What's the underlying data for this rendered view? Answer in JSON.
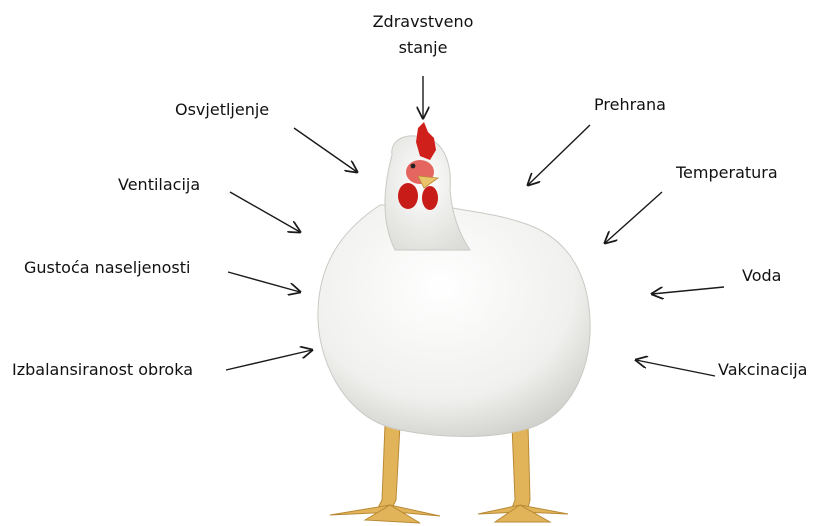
{
  "diagram": {
    "labels": {
      "health_line1": "Zdravstveno",
      "health_line2": "stanje",
      "lighting": "Osvjetljenje",
      "nutrition": "Prehrana",
      "ventilation": "Ventilacija",
      "temperature": "Temperatura",
      "stocking_density": "Gustoća naseljenosti",
      "water": "Voda",
      "ration_balance": "Izbalansiranost obroka",
      "vaccination": "Vakcinacija"
    },
    "colors": {
      "text": "#111111",
      "arrow": "#1a1a1a",
      "comb": "#d0201c",
      "feathers": "#f4f4f2",
      "legs": "#e2b45a"
    },
    "image": "broiler-chicken"
  }
}
